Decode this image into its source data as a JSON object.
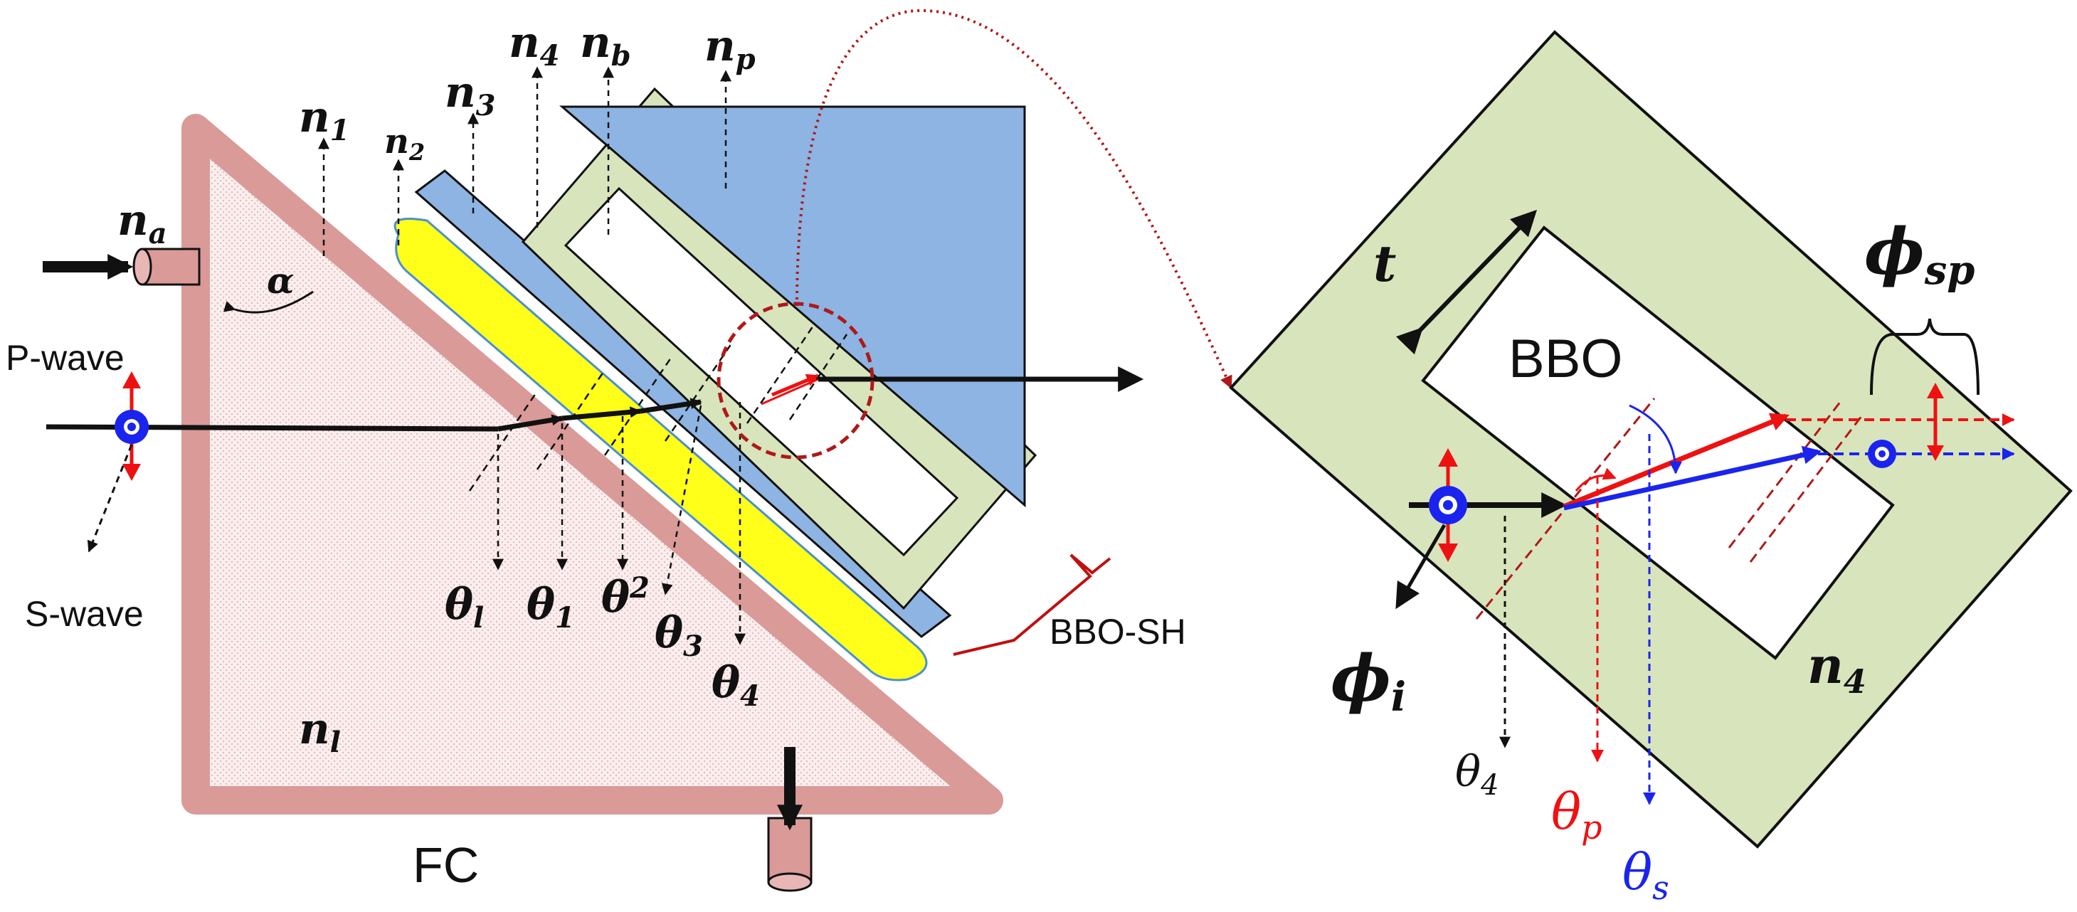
{
  "colors": {
    "frame": "#d99a98",
    "liquid": "#f8e8e8",
    "yellow": "#ffff1a",
    "glass": "#8db4e2",
    "holder": "#d8e4bc",
    "red": "#ee1111",
    "blue": "#1a24ee",
    "darkred": "#b01818"
  },
  "left": {
    "n_a": "n",
    "n_a_sub": "a",
    "n_1": "n",
    "n_1_sub": "1",
    "n_2": "n",
    "n_2_sub": "2",
    "n_3": "n",
    "n_3_sub": "3",
    "n_4": "n",
    "n_4_sub": "4",
    "n_b": "n",
    "n_b_sub": "b",
    "n_p": "n",
    "n_p_sub": "p",
    "n_l": "n",
    "n_l_sub": "l",
    "alpha": "α",
    "p_wave": "P-wave",
    "s_wave": "S-wave",
    "theta_l": "θ",
    "theta_l_sub": "l",
    "theta_1": "θ",
    "theta_1_sub": "1",
    "theta_2": "θ",
    "theta_2_sub": "2",
    "theta_3": "θ",
    "theta_3_sub": "3",
    "theta_4": "θ",
    "theta_4_sub": "4",
    "fc": "FC",
    "bbo_sh": "BBO-SH"
  },
  "right": {
    "t": "t",
    "bbo": "BBO",
    "phi_sp": "ϕ",
    "phi_sp_sub": "sp",
    "phi_i": "ϕ",
    "phi_i_sub": "i",
    "n_4": "n",
    "n_4_sub": "4",
    "theta_4": "θ",
    "theta_4_sub": "4",
    "theta_p": "θ",
    "theta_p_sub": "p",
    "theta_s": "θ",
    "theta_s_sub": "s"
  }
}
